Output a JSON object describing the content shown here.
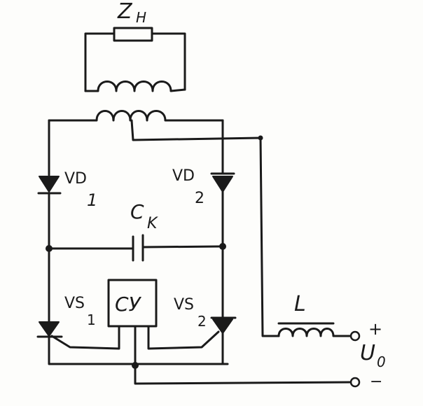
{
  "labels": {
    "load": "Z",
    "load_sub": "H",
    "vd1": "VD",
    "vd1_sub": "1",
    "vd2": "VD",
    "vd2_sub": "2",
    "cap": "C",
    "cap_sub": "K",
    "vs1": "VS",
    "vs1_sub": "1",
    "vs2": "VS",
    "vs2_sub": "2",
    "control": "СУ",
    "inductor": "L",
    "source": "U",
    "source_sub": "0",
    "plus": "+",
    "minus": "−"
  }
}
